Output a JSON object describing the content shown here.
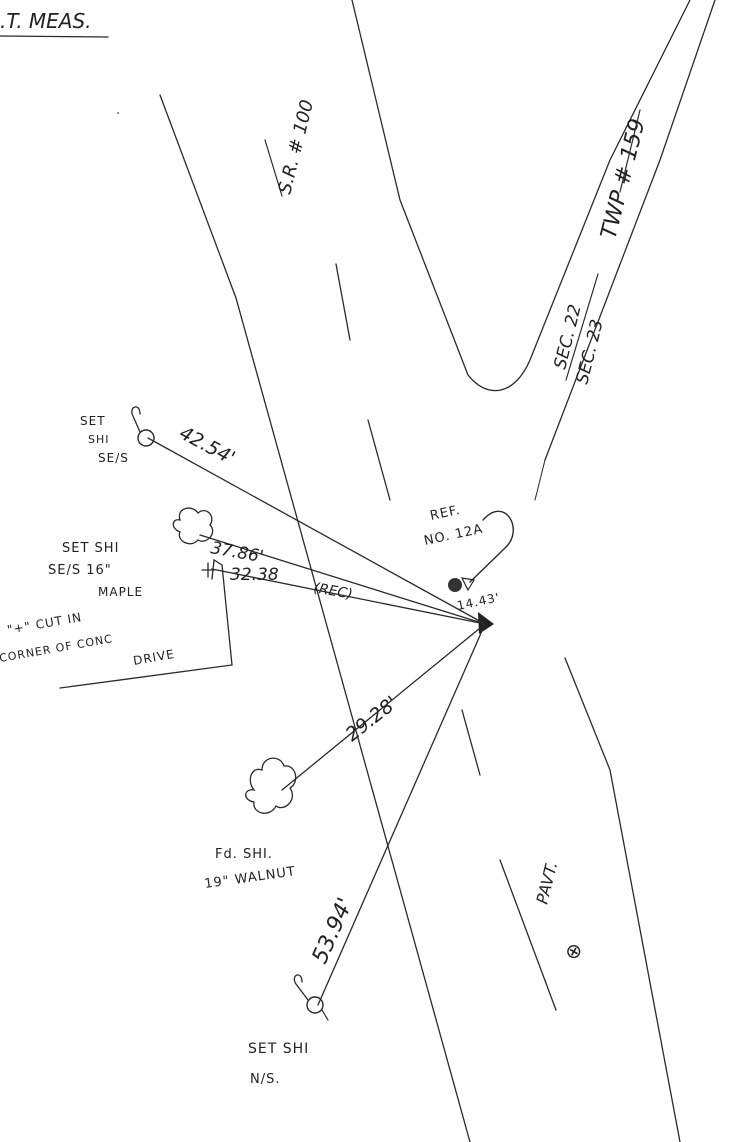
{
  "header": {
    "text": ".T.  MEAS."
  },
  "roads": {
    "sr_label": "S.R. # 100",
    "twp_label": "TWP # 159",
    "sec_upper": "SEC. 22",
    "sec_lower": "SEC. 23",
    "centerline_label": "PAVT.",
    "centerline_symbol": "⊕"
  },
  "reference": {
    "line1": "REF.",
    "line2": "NO. 12A",
    "distance": "14.43'"
  },
  "ties": [
    {
      "distance": "42.54'",
      "note": "",
      "label_lines": [
        "SET",
        "SHI",
        "SE/S"
      ]
    },
    {
      "distance": "37.86'",
      "note": "",
      "label_lines": [
        "SET SHI",
        "SE/S 16\"",
        "MAPLE"
      ]
    },
    {
      "distance": "32.38",
      "note": "(REC)",
      "label_lines": [
        "\"+\" CUT IN",
        "CORNER OF CONC",
        "DRIVE"
      ]
    },
    {
      "distance": "29.28'",
      "note": "",
      "label_lines": [
        "Fd. SHI.",
        "19\" WALNUT"
      ]
    },
    {
      "distance": "53.94'",
      "note": "",
      "label_lines": [
        "SET SHI",
        "N/S."
      ]
    }
  ],
  "colors": {
    "ink": "#2a2a2a",
    "paper": "#ffffff"
  }
}
